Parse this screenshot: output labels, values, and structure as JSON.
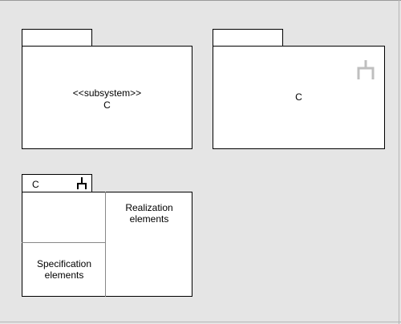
{
  "packages": [
    {
      "stereotype": "<<subsystem>>",
      "name": "C"
    },
    {
      "name": "C",
      "icon": "fork-icon",
      "icon_color": "#bfbfbf"
    },
    {
      "name": "C",
      "icon": "fork-icon",
      "icon_color": "#000000",
      "compartments": {
        "realization": "Realization elements",
        "specification": "Specification elements"
      }
    }
  ]
}
